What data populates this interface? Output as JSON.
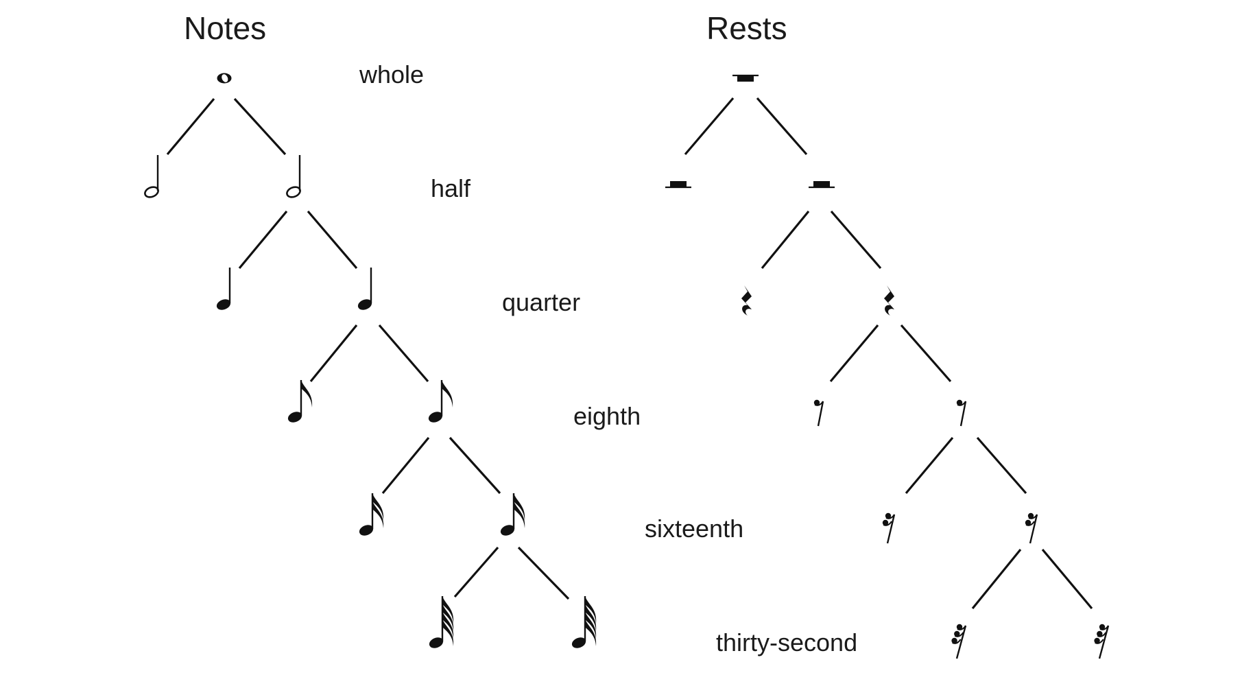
{
  "notes_heading": "Notes",
  "rests_heading": "Rests",
  "levels": [
    {
      "label": "whole",
      "notes": 1,
      "rests": 1
    },
    {
      "label": "half",
      "notes": 2,
      "rests": 2
    },
    {
      "label": "quarter",
      "notes": 2,
      "rests": 2
    },
    {
      "label": "eighth",
      "notes": 2,
      "rests": 2
    },
    {
      "label": "sixteenth",
      "notes": 2,
      "rests": 2
    },
    {
      "label": "thirty-second",
      "notes": 2,
      "rests": 2
    }
  ],
  "colors": {
    "ink": "#111111",
    "background": "#ffffff"
  }
}
